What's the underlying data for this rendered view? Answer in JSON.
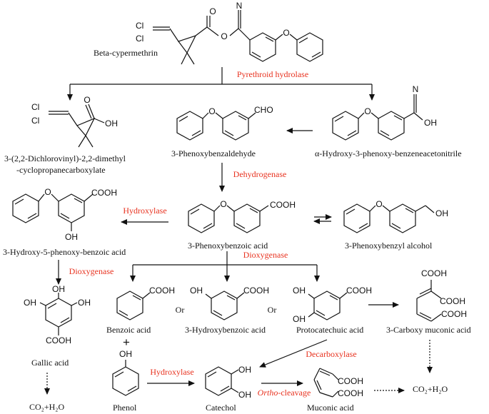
{
  "compounds": {
    "beta_cypermethrin": "Beta-cypermethrin",
    "dcva": "3-(2,2-Dichlorovinyl)-2,2-dimethyl",
    "dcva_line2": "-cyclopropanecarboxylate",
    "phenoxybenzaldehyde": "3-Phenoxybenzaldehyde",
    "hydroxy_nitrile": "α-Hydroxy-3-phenoxy-benzeneacetonitrile",
    "hydroxy_phenoxy_benzoic": "3-Hydroxy-5-phenoxy-benzoic acid",
    "phenoxybenzoic": "3-Phenoxybenzoic acid",
    "phenoxybenzyl_alcohol": "3-Phenoxybenzyl alcohol",
    "gallic": "Gallic acid",
    "benzoic": "Benzoic acid",
    "hydroxybenzoic": "3-Hydroxybenzoic acid",
    "protocatechuic": "Protocatechuic acid",
    "carboxy_muconic": "3-Carboxy muconic acid",
    "phenol": "Phenol",
    "catechol": "Catechol",
    "muconic": "Muconic acid",
    "co2_left": "CO₂+H₂O",
    "co2_right": "CO₂+H₂O"
  },
  "enzymes": {
    "pyrethroid_hydrolase": "Pyrethroid hydrolase",
    "dehydrogenase": "Dehydrogenase",
    "hydroxylase_top": "Hydroxylase",
    "dioxygenase_left": "Dioxygenase",
    "dioxygenase_center": "Dioxygenase",
    "decarboxylase": "Decarboxylase",
    "hydroxylase_bottom": "Hydroxylase",
    "ortho_prefix": "Ortho",
    "ortho_suffix": "-cleavage"
  },
  "atoms": {
    "cl": "Cl",
    "n": "N",
    "o": "O",
    "oh": "OH",
    "cho": "CHO",
    "cooh": "COOH"
  },
  "connectors": {
    "or": "Or",
    "plus": "+"
  },
  "colors": {
    "enzyme_text": "#e8321f",
    "structure": "#111111"
  }
}
